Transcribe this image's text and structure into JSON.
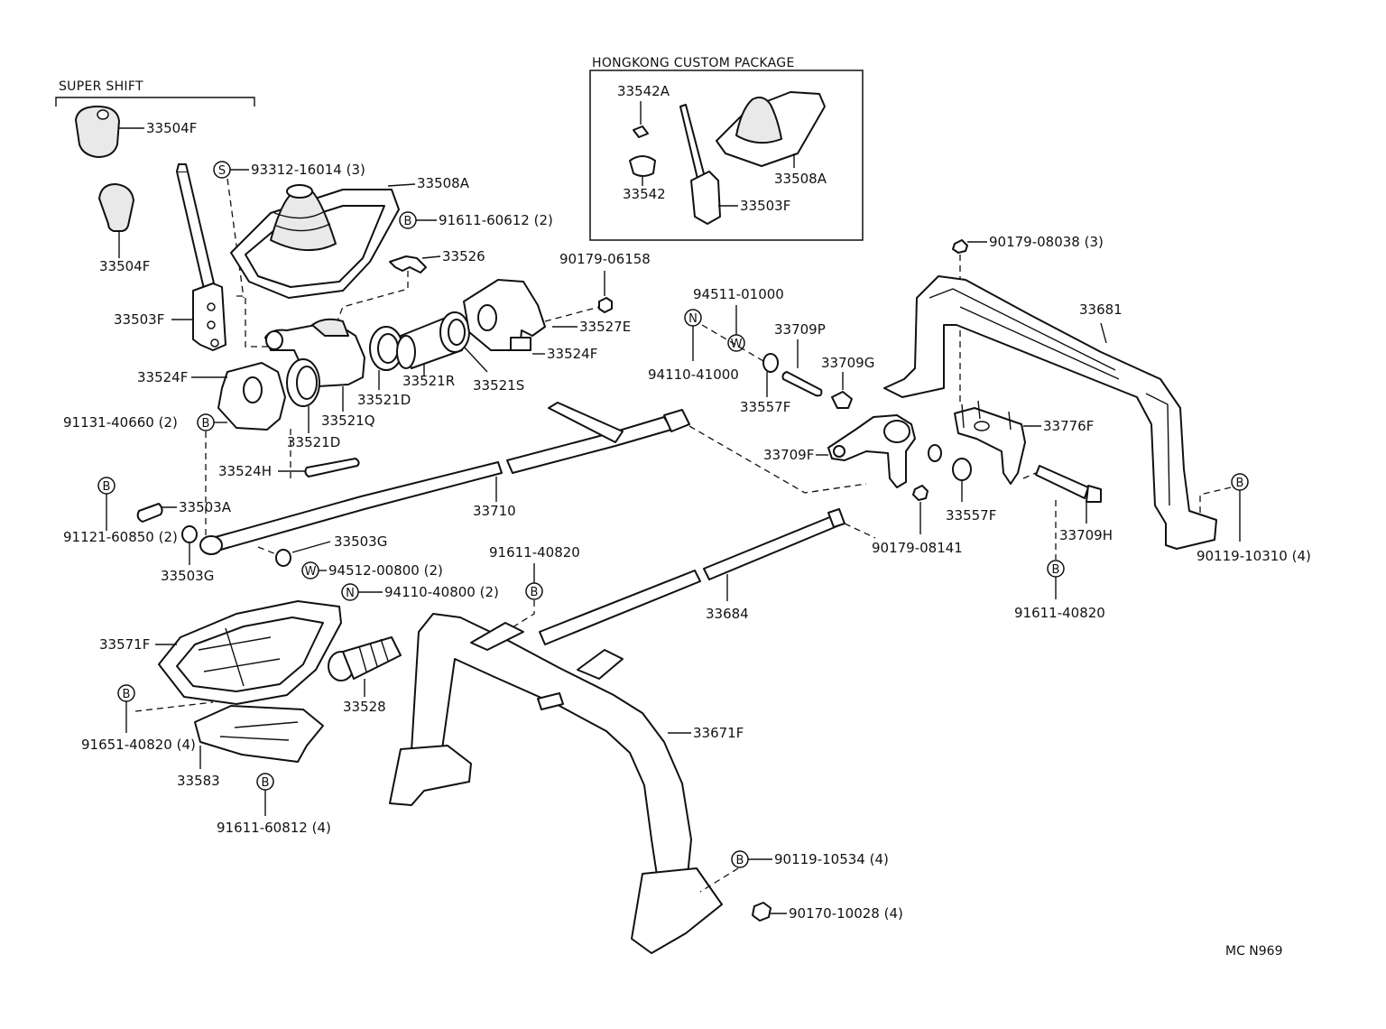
{
  "headers": {
    "super_shift": "SUPER SHIFT",
    "hongkong": "HONGKONG CUSTOM PACKAGE"
  },
  "symbols": {
    "s": "S",
    "b": "B",
    "n": "N",
    "w": "W"
  },
  "labels": {
    "p33504F_a": "33504F",
    "p33504F_b": "33504F",
    "p93312": "93312-16014 (3)",
    "p33508A": "33508A",
    "p91611_60612": "91611-60612 (2)",
    "p33526": "33526",
    "p33503F": "33503F",
    "p90179_06158": "90179-06158",
    "p33527E": "33527E",
    "p33524F_r": "33524F",
    "p33524F_l": "33524F",
    "p33521R": "33521R",
    "p33521S": "33521S",
    "p33521D_a": "33521D",
    "p33521Q": "33521Q",
    "p33521D_b": "33521D",
    "p91131": "91131-40660 (2)",
    "p33524H": "33524H",
    "p33503A": "33503A",
    "p91121": "91121-60850 (2)",
    "p33710": "33710",
    "p33503G_a": "33503G",
    "p33503G_b": "33503G",
    "p94512": "94512-00800 (2)",
    "p94110_40800": "94110-40800 (2)",
    "p91611_40820_a": "91611-40820",
    "p33571F": "33571F",
    "p33528": "33528",
    "p91651": "91651-40820 (4)",
    "p33583": "33583",
    "p91611_60812": "91611-60812 (4)",
    "p33671F": "33671F",
    "p33684": "33684",
    "p90119_10534": "90119-10534 (4)",
    "p90170": "90170-10028 (4)",
    "p94511": "94511-01000",
    "p94110_41000": "94110-41000",
    "p33709P": "33709P",
    "p33709G": "33709G",
    "p33557F_a": "33557F",
    "p33709F": "33709F",
    "p33557F_b": "33557F",
    "p90179_08141": "90179-08141",
    "p33776F": "33776F",
    "p33709H": "33709H",
    "p91611_40820_b": "91611-40820",
    "p90179_08038": "90179-08038 (3)",
    "p33681": "33681",
    "p90119_10310": "90119-10310 (4)",
    "hk_33542A": "33542A",
    "hk_33542": "33542",
    "hk_33508A": "33508A",
    "hk_33503F": "33503F"
  },
  "footer_code": "MC N969"
}
